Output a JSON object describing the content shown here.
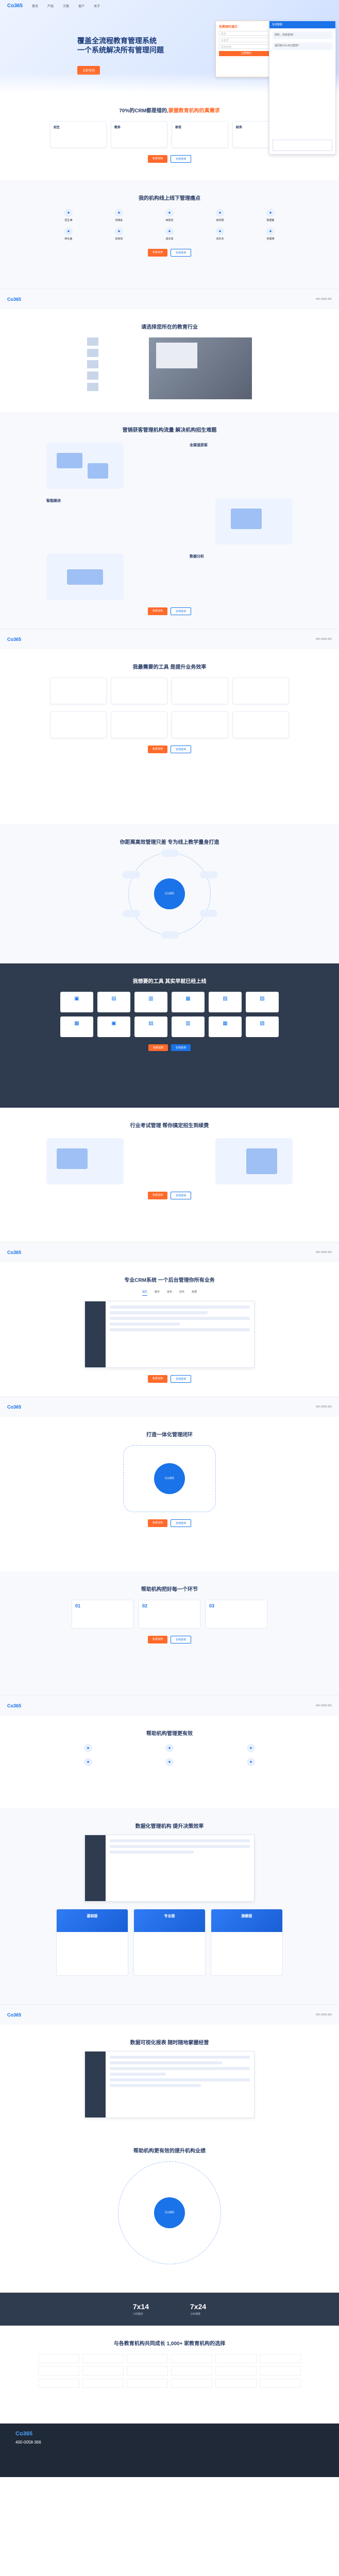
{
  "nav": {
    "logo": "Co365",
    "items": [
      "首页",
      "产品",
      "方案",
      "客户",
      "关于"
    ]
  },
  "hero": {
    "title": "覆盖全流程教育管理系统\n一个系统解决所有管理问题",
    "subtitle": "",
    "cta": "立即咨询"
  },
  "popup": {
    "title": "免费预约演示",
    "fields": [
      "姓名",
      "手机号",
      "机构名称"
    ],
    "submit": "立即预约"
  },
  "chat": {
    "header": "在线客服",
    "msgs": [
      "您好，欢迎咨询！",
      "请问有什么可以帮您？"
    ],
    "input": ""
  },
  "s1": {
    "title_a": "70%的CRM都是错的,",
    "title_b": "掌握教育机构的真需求",
    "cards": [
      {
        "h": "招生",
        "d": ""
      },
      {
        "h": "教务",
        "d": ""
      },
      {
        "h": "家校",
        "d": ""
      },
      {
        "h": "财务",
        "d": ""
      }
    ],
    "btns": [
      "免费试用",
      "在线咨询"
    ]
  },
  "s2": {
    "title": "我的机构线上线下管理痛点",
    "items": [
      {
        "t": "招生难",
        "d": ""
      },
      {
        "t": "排课乱",
        "d": ""
      },
      {
        "t": "续费低",
        "d": ""
      },
      {
        "t": "家校弱",
        "d": ""
      },
      {
        "t": "数据散",
        "d": ""
      },
      {
        "t": "转化差",
        "d": ""
      },
      {
        "t": "效率低",
        "d": ""
      },
      {
        "t": "成本高",
        "d": ""
      },
      {
        "t": "流失多",
        "d": ""
      },
      {
        "t": "管理难",
        "d": ""
      }
    ],
    "btns": [
      "免费试用",
      "在线咨询"
    ]
  },
  "s3": {
    "title": "请选择您所在的教育行业",
    "list": [
      "",
      "",
      "",
      "",
      ""
    ]
  },
  "s4": {
    "title": "营销获客管理机构流量 解决机构招生难题",
    "blocks": [
      {
        "h": "全渠道获客",
        "d": ""
      },
      {
        "h": "智能跟进",
        "d": ""
      },
      {
        "h": "数据分析",
        "d": ""
      }
    ],
    "btns": [
      "免费试用",
      "在线咨询"
    ]
  },
  "s5": {
    "title": "我最需要的工具 是提升业务效率",
    "cards": [
      {
        "h": "",
        "d": ""
      },
      {
        "h": "",
        "d": ""
      },
      {
        "h": "",
        "d": ""
      },
      {
        "h": "",
        "d": ""
      },
      {
        "h": "",
        "d": ""
      },
      {
        "h": "",
        "d": ""
      },
      {
        "h": "",
        "d": ""
      },
      {
        "h": "",
        "d": ""
      }
    ],
    "btns": [
      "免费试用",
      "在线咨询"
    ]
  },
  "s6": {
    "title": "你距离高效管理只差 专为线上教学量身打造",
    "core": "Co365",
    "sats": [
      "",
      "",
      "",
      "",
      "",
      ""
    ]
  },
  "s7": {
    "title": "我想要的工具 其实早就已经上线",
    "mods": [
      {
        "i": "▣",
        "t": ""
      },
      {
        "i": "▤",
        "t": ""
      },
      {
        "i": "▥",
        "t": ""
      },
      {
        "i": "▦",
        "t": ""
      },
      {
        "i": "▧",
        "t": ""
      },
      {
        "i": "▨",
        "t": ""
      },
      {
        "i": "▩",
        "t": ""
      },
      {
        "i": "▣",
        "t": ""
      },
      {
        "i": "▤",
        "t": ""
      },
      {
        "i": "▥",
        "t": ""
      },
      {
        "i": "▦",
        "t": ""
      },
      {
        "i": "▧",
        "t": ""
      }
    ],
    "btns": [
      "免费试用",
      "在线咨询"
    ]
  },
  "s8": {
    "title": "行业考试管理 帮你搞定招生到续费",
    "btns": [
      "免费试用",
      "在线咨询"
    ]
  },
  "s9": {
    "title": "专业CRM系统 一个后台管理你所有业务",
    "tabs": [
      "招生",
      "教务",
      "家校",
      "财务",
      "数据"
    ],
    "btns": [
      "免费试用",
      "在线咨询"
    ]
  },
  "s10": {
    "title": "打造一体化管理闭环",
    "core": "Co365",
    "btns": [
      "免费试用",
      "在线咨询"
    ]
  },
  "s11": {
    "title": "帮助机构把好每一个环节",
    "steps": [
      {
        "n": "01",
        "t": "",
        "d": ""
      },
      {
        "n": "02",
        "t": "",
        "d": ""
      },
      {
        "n": "03",
        "t": "",
        "d": ""
      }
    ],
    "btns": [
      "免费试用",
      "在线咨询"
    ]
  },
  "s12": {
    "title": "帮助机构管理更有效",
    "items": [
      "",
      "",
      "",
      "",
      "",
      ""
    ]
  },
  "s13": {
    "title": "数据化管理机构 提升决策效率",
    "plans": [
      {
        "t": "基础版",
        "p": "",
        "l": ""
      },
      {
        "t": "专业版",
        "p": "",
        "l": ""
      },
      {
        "t": "旗舰版",
        "p": "",
        "l": ""
      }
    ]
  },
  "s14": {
    "title": "数据可视化报表 随时随地掌握经营"
  },
  "s15": {
    "title": "帮助机构更有效的提升机构业绩",
    "core": "Co365"
  },
  "stats": [
    {
      "v": "7x14",
      "l": "小时服务"
    },
    {
      "v": "7x24",
      "l": "小时保障"
    }
  ],
  "s16": {
    "title": "与各教育机构共同成长 1,000+ 家教育机构的选择",
    "clients": [
      "",
      "",
      "",
      "",
      "",
      "",
      "",
      "",
      "",
      "",
      "",
      "",
      "",
      "",
      "",
      "",
      "",
      ""
    ]
  },
  "footer": {
    "logo": "Co365",
    "phone": "400-0058-366",
    "copy": ""
  },
  "colors": {
    "accent": "#ff6a2b",
    "brand": "#1a73e8",
    "dark": "#2f3b4e"
  }
}
